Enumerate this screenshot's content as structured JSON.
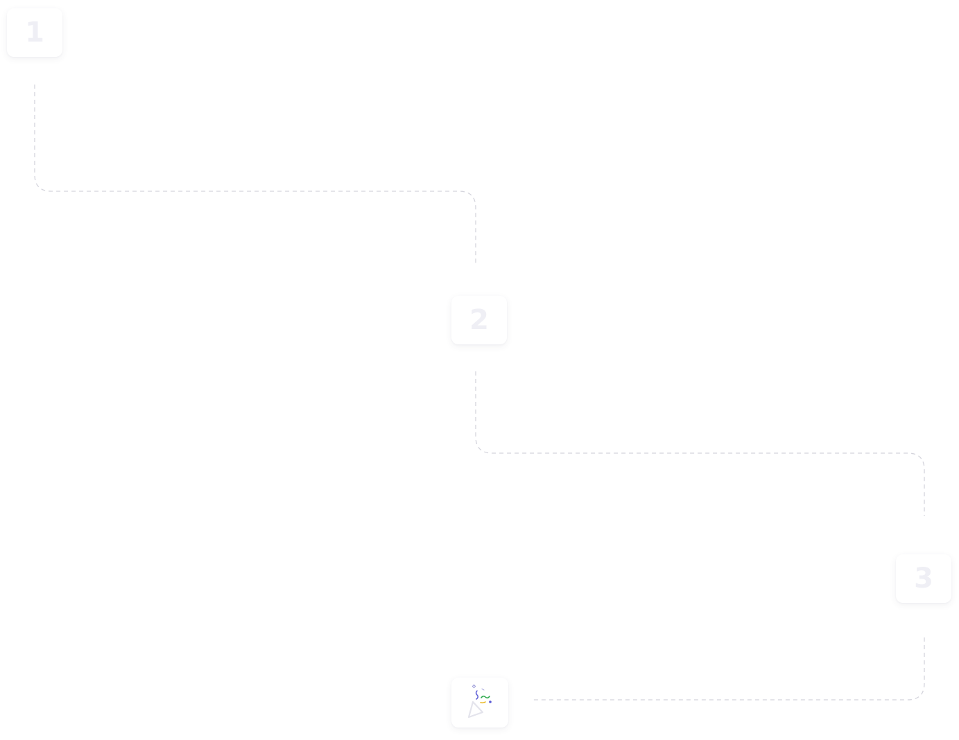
{
  "steps": [
    {
      "label": "1"
    },
    {
      "label": "2"
    },
    {
      "label": "3"
    }
  ],
  "finish": {
    "icon": "party-popper-icon"
  },
  "colors": {
    "connector": "#d4d4dc",
    "step_number": "#efeff5",
    "confetti": [
      "#5b5bd6",
      "#2aa84a",
      "#e8b417",
      "#9a9ad8"
    ]
  }
}
